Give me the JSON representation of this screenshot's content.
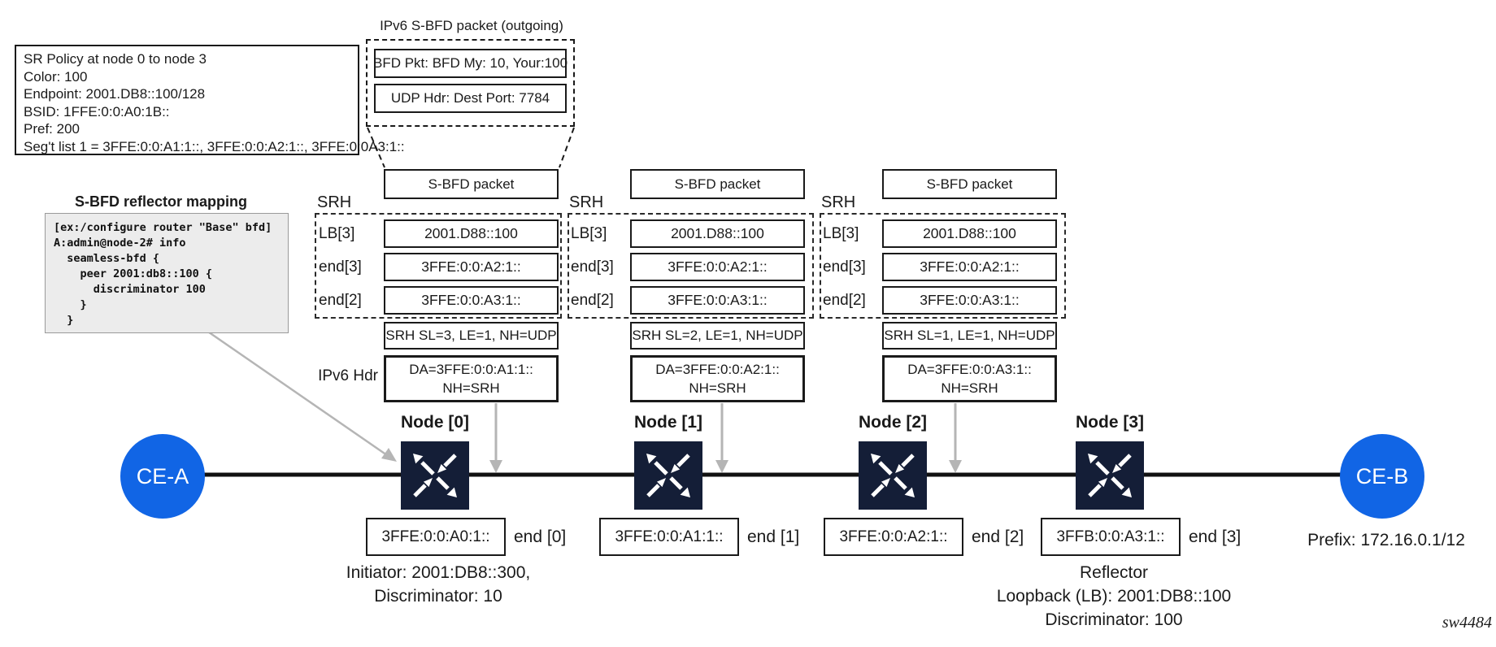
{
  "colors": {
    "node_fill": "#141e37",
    "ce_fill": "#1165e5",
    "arrow_gray": "#b5b5b5",
    "code_bg": "#ececec",
    "link_color": "#111111"
  },
  "sr_policy_box": {
    "lines": [
      "SR Policy at node 0 to node 3",
      "Color: 100",
      "Endpoint: 2001.DB8::100/128",
      "BSID: 1FFE:0:0:A0:1B::",
      "Pref: 200",
      "Seg't list 1 = 3FFE:0:0:A1:1::, 3FFE:0:0:A2:1::, 3FFE:0:0A3:1::"
    ]
  },
  "outgoing_packet": {
    "title": "IPv6 S-BFD packet (outgoing)",
    "bfd_line": "BFD Pkt: BFD My: 10, Your:100",
    "udp_line": "UDP Hdr: Dest Port: 7784"
  },
  "reflector_mapping": {
    "title": "S-BFD reflector mapping",
    "code_lines": [
      "[ex:/configure router \"Base\" bfd]",
      "A:admin@node-2# info",
      "  seamless-bfd {",
      "    peer 2001:db8::100 {",
      "      discriminator 100",
      "    }",
      "  }"
    ]
  },
  "packet_columns": [
    {
      "packet_label": "S-BFD packet",
      "srh_label": "SRH",
      "rows": [
        {
          "label": "LB[3]",
          "value": "2001.D88::100"
        },
        {
          "label": "end[3]",
          "value": "3FFE:0:0:A2:1::"
        },
        {
          "label": "end[2]",
          "value": "3FFE:0:0:A3:1::"
        }
      ],
      "srh_summary": "SRH SL=3, LE=1, NH=UDP",
      "ipv6_hdr_label": "IPv6 Hdr",
      "ipv6_hdr_lines": [
        "DA=3FFE:0:0:A1:1::",
        "NH=SRH"
      ]
    },
    {
      "packet_label": "S-BFD packet",
      "srh_label": "SRH",
      "rows": [
        {
          "label": "LB[3]",
          "value": "2001.D88::100"
        },
        {
          "label": "end[3]",
          "value": "3FFE:0:0:A2:1::"
        },
        {
          "label": "end[2]",
          "value": "3FFE:0:0:A3:1::"
        }
      ],
      "srh_summary": "SRH SL=2, LE=1, NH=UDP",
      "ipv6_hdr_lines": [
        "DA=3FFE:0:0:A2:1::",
        "NH=SRH"
      ]
    },
    {
      "packet_label": "S-BFD packet",
      "srh_label": "SRH",
      "rows": [
        {
          "label": "LB[3]",
          "value": "2001.D88::100"
        },
        {
          "label": "end[3]",
          "value": "3FFE:0:0:A2:1::"
        },
        {
          "label": "end[2]",
          "value": "3FFE:0:0:A3:1::"
        }
      ],
      "srh_summary": "SRH SL=1, LE=1, NH=UDP",
      "ipv6_hdr_lines": [
        "DA=3FFE:0:0:A3:1::",
        "NH=SRH"
      ]
    }
  ],
  "topology": {
    "ce_a": "CE-A",
    "ce_b": "CE-B",
    "nodes": [
      {
        "name": "Node [0]",
        "address": "3FFE:0:0:A0:1::",
        "end_label": "end [0]"
      },
      {
        "name": "Node [1]",
        "address": "3FFE:0:0:A1:1::",
        "end_label": "end [1]"
      },
      {
        "name": "Node [2]",
        "address": "3FFE:0:0:A2:1::",
        "end_label": "end [2]"
      },
      {
        "name": "Node [3]",
        "address": "3FFB:0:0:A3:1::",
        "end_label": "end [3]"
      }
    ],
    "initiator_note": [
      "Initiator: 2001:DB8::300,",
      "Discriminator: 10"
    ],
    "reflector_note": [
      "Reflector",
      "Loopback (LB): 2001:DB8::100",
      "Discriminator: 100"
    ],
    "prefix_note": "Prefix: 172.16.0.1/12"
  },
  "figure_id": "sw4484"
}
